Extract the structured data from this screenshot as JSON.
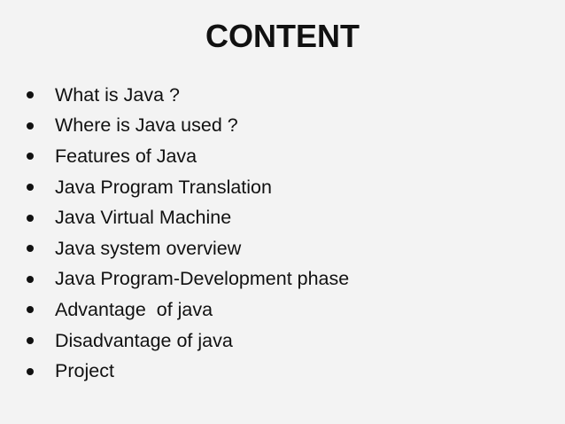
{
  "slide": {
    "title": "CONTENT",
    "bullet_icon": "bullet-dot-icon",
    "text_color": "#111111",
    "background_color": "#f3f3f3",
    "items": [
      {
        "label": "What is Java ?"
      },
      {
        "label": "Where is Java used ?"
      },
      {
        "label": "Features of Java"
      },
      {
        "label": "Java Program Translation"
      },
      {
        "label": "Java Virtual Machine"
      },
      {
        "label": "Java system overview"
      },
      {
        "label": "Java Program-Development phase"
      },
      {
        "label": "Advantage  of java"
      },
      {
        "label": "Disadvantage of java"
      },
      {
        "label": "Project"
      }
    ]
  }
}
